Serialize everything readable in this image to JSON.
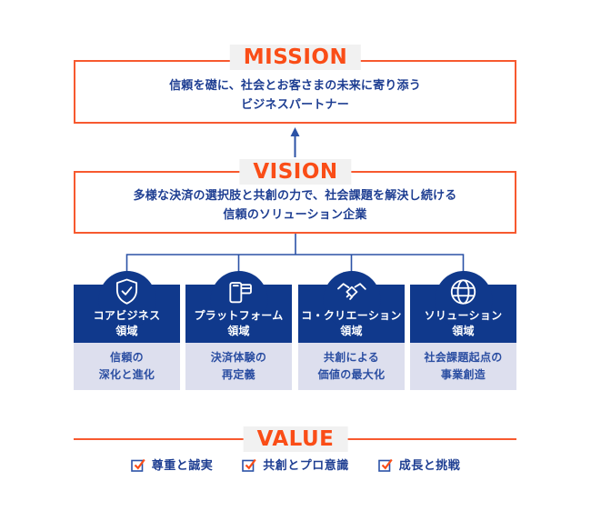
{
  "colors": {
    "accent_orange": "#FA4D17",
    "orange_border": "#F7592F",
    "navy": "#10398C",
    "lavender": "#DDDFEE",
    "statement_blue": "#1E3E92",
    "connector_blue": "#2B52A6",
    "label_bg": "#F1F1F1"
  },
  "mission": {
    "title": "MISSION",
    "lines": [
      "信頼を礎に、社会とお客さまの未来に寄り添う",
      "ビジネスパートナー"
    ]
  },
  "vision": {
    "title": "VISION",
    "lines": [
      "多様な決済の選択肢と共創の力で、社会課題を解決し続ける",
      "信頼のソリューション企業"
    ]
  },
  "domains": [
    {
      "icon": "shield-check-icon",
      "title_lines": [
        "コアビジネス",
        "領域"
      ],
      "desc_lines": [
        "信頼の",
        "深化と進化"
      ]
    },
    {
      "icon": "platform-device-icon",
      "title_lines": [
        "プラットフォーム",
        "領域"
      ],
      "desc_lines": [
        "決済体験の",
        "再定義"
      ]
    },
    {
      "icon": "handshake-icon",
      "title_lines": [
        "コ・クリエーション",
        "領域"
      ],
      "desc_lines": [
        "共創による",
        "価値の最大化"
      ]
    },
    {
      "icon": "globe-icon",
      "title_lines": [
        "ソリューション",
        "領域"
      ],
      "desc_lines": [
        "社会課題起点の",
        "事業創造"
      ]
    }
  ],
  "value": {
    "title": "VALUE",
    "items": [
      "尊重と誠実",
      "共創とプロ意識",
      "成長と挑戦"
    ]
  }
}
